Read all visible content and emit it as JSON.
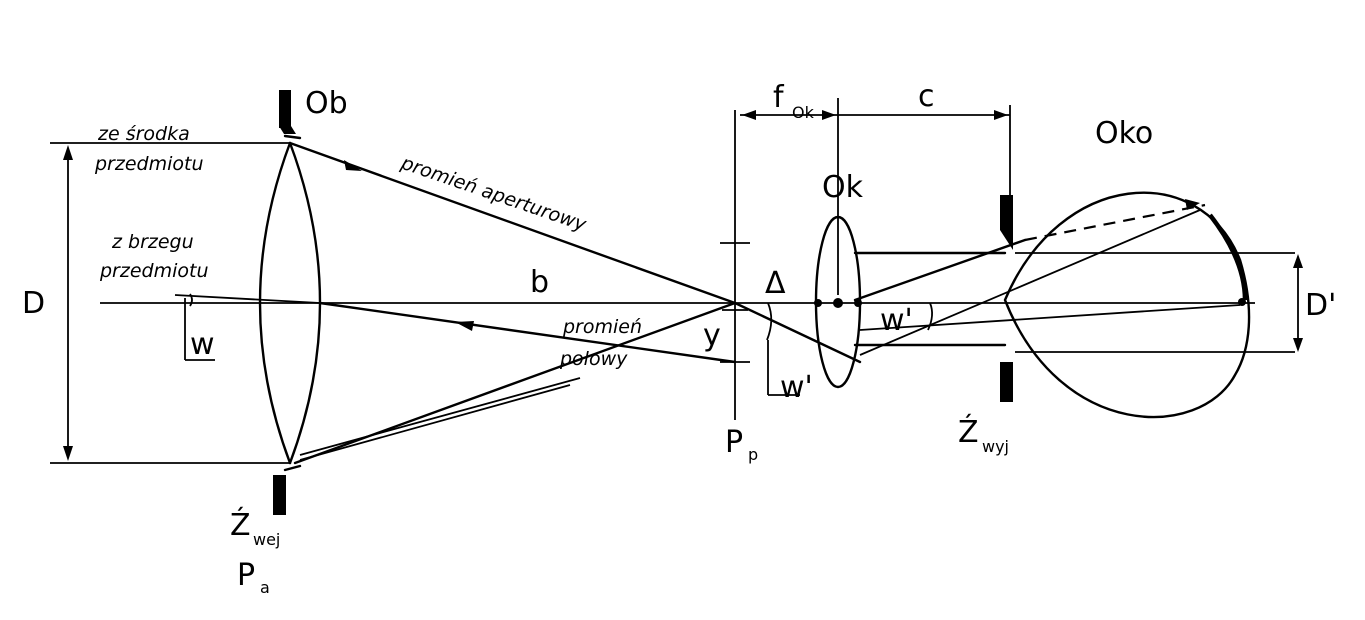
{
  "labels": {
    "objective": "Ob",
    "eyepiece": "Ok",
    "eye": "Oko",
    "D": "D",
    "D_prime": "D'",
    "b": "b",
    "c": "c",
    "f_ok_main": "f",
    "f_ok_sub": "Ok",
    "w": "w",
    "w_prime": "w'",
    "w_prime_low": "w'",
    "y": "y",
    "delta": "Δ",
    "Pa_main": "P",
    "Pa_sub": "a",
    "Pp_main": "P",
    "Pp_sub": "p",
    "z_wej_main": "Ź",
    "z_wej_sub": "wej",
    "z_wyj_main": "Ź",
    "z_wyj_sub": "wyj",
    "ze_srodka": "ze środka",
    "przedmiotu_1": "przedmiotu",
    "z_brzegu": "z brzegu",
    "przedmiotu_2": "przedmiotu",
    "promien_aperturowy": "promień aperturowy",
    "promien": "promień",
    "polowy": "polowy"
  }
}
